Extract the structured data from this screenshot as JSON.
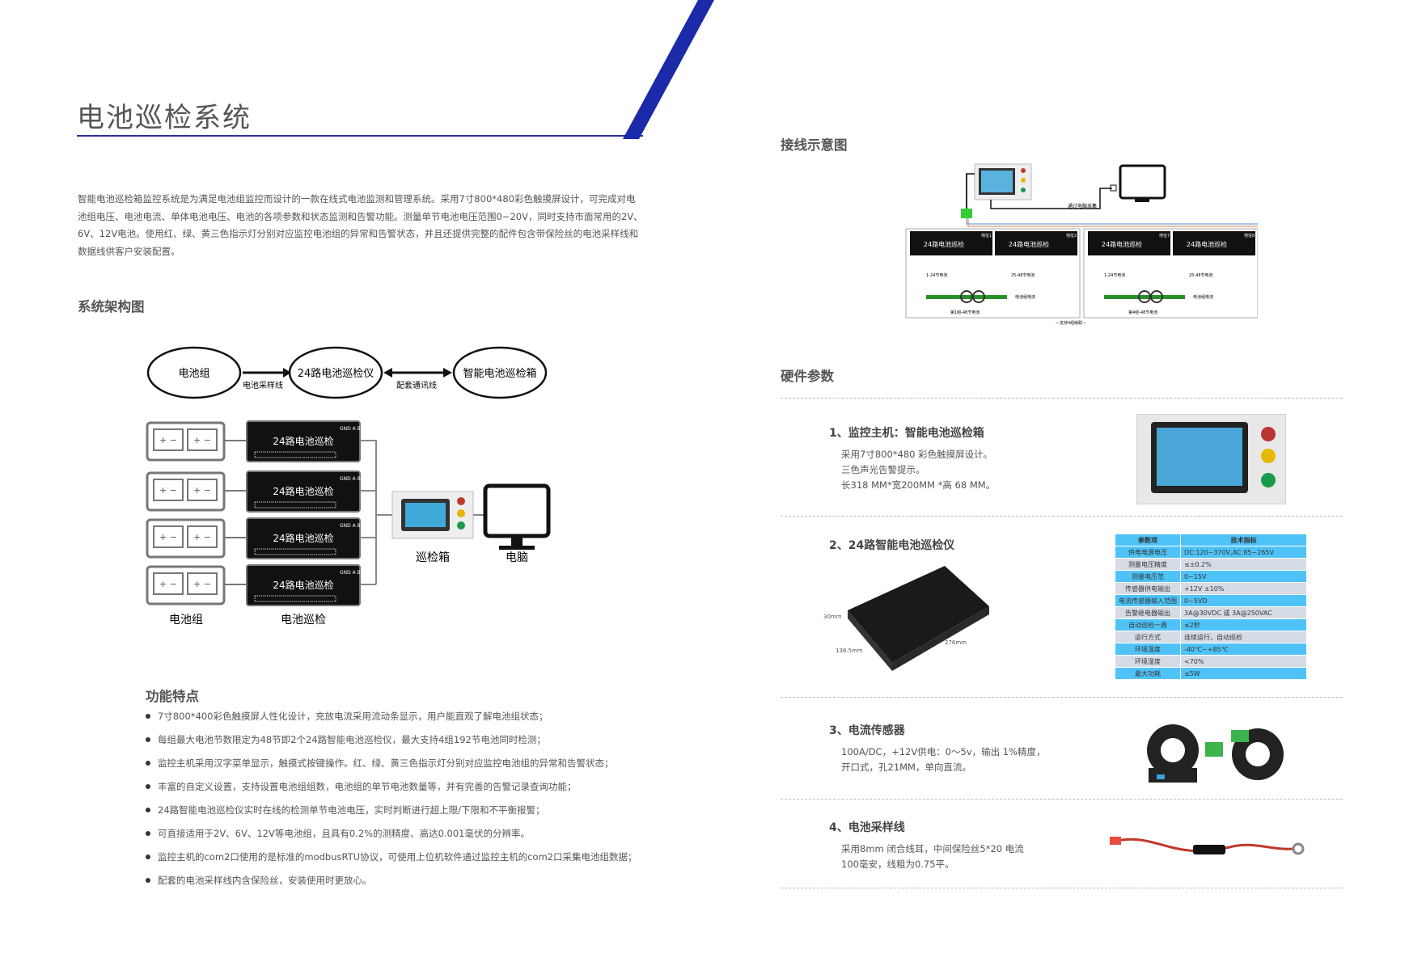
{
  "page_title": "电池巡检系统",
  "intro": "智能电池巡检箱监控系统是为满足电池组监控而设计的一款在线式电池监测和管理系统。采用7寸800*480彩色触摸屏设计，可完成对电池组电压、电池电流、单体电池电压、电池的各项参数和状态监测和告警功能。测量单节电池电压范围0~20V，同时支持市面常用的2V、6V、12V电池。使用红、绿、黄三色指示灯分别对应监控电池组的异常和告警状态，并且还提供完整的配件包含带保险丝的电池采样线和数据线供客户安装配置。",
  "arch": {
    "heading": "系统架构图",
    "node1": "电池组",
    "node2": "24路电池巡检仪",
    "node3": "智能电池巡检箱",
    "link1": "电池采样线",
    "link2": "配套通讯线",
    "module_label": "24路电池巡检",
    "module_tag": "GND A B",
    "box_label": "巡检箱",
    "pc_label": "电脑",
    "battery_label": "电池组",
    "module_group_label": "电池巡检"
  },
  "features": {
    "heading": "功能特点",
    "items": [
      "7寸800*400彩色触摸屏人性化设计，充放电流采用流动条显示，用户能直观了解电池组状态；",
      "每组最大电池节数限定为48节即2个24路智能电池巡检仪，最大支持4组192节电池同时检测；",
      "监控主机采用汉字菜单显示，触摸式按键操作。红、绿、黄三色指示灯分别对应监控电池组的异常和告警状态；",
      "丰富的自定义设置，支持设置电池组组数，电池组的单节电池数量等，并有完善的告警记录查询功能；",
      "24路智能电池巡检仪实时在线的检测单节电池电压，实时判断进行超上限/下限和不平衡报警；",
      "可直接适用于2V、6V、12V等电池组，且具有0.2%的测精度、高达0.001毫伏的分辨率。",
      "监控主机的com2口使用的是标准的modbusRTU协议，可使用上位机软件通过监控主机的com2口采集电池组数据；",
      "配套的电池采样线内含保险丝，安装使用时更放心。"
    ]
  },
  "wiring": {
    "heading": "接线示意图",
    "comm": "通过电脑采集",
    "addr": [
      "地址1",
      "地址2",
      "地址7",
      "地址8"
    ],
    "module": "24路电池巡检",
    "range1": "1-24节电池",
    "range2": "25-48节电池",
    "current": "电池组电流",
    "group1": "第1组-48节电池",
    "group4": "第4组-48节电池",
    "support": "—支持4组级联—"
  },
  "hardware": {
    "heading": "硬件参数",
    "items": [
      {
        "title": "1、监控主机：智能电池巡检箱",
        "desc": [
          "采用7寸800*480 彩色触摸屏设计。",
          "三色声光告警提示。",
          "长318 MM*宽200MM *高 68 MM。"
        ]
      },
      {
        "title": "2、24路智能电池巡检仪",
        "desc": []
      },
      {
        "title": "3、电流传感器",
        "desc": [
          "100A/DC，+12V供电：0～5v，输出 1%精度，",
          "开口式，孔21MM，单向直流。"
        ]
      },
      {
        "title": "4、电池采样线",
        "desc": [
          "采用8mm 闭合线耳，中间保险丝5*20 电流",
          "100毫安，线粗为0.75平。"
        ]
      }
    ],
    "dims": [
      "30mm",
      "276mm",
      "138.5mm"
    ],
    "spec_header": [
      "参数项",
      "技术指标"
    ],
    "spec_rows": [
      [
        "供电电源电压",
        "DC:120~370V,AC:85~265V"
      ],
      [
        "测量电压精度",
        "≤±0.2%"
      ],
      [
        "测量电压范",
        "0~15V"
      ],
      [
        "传感器供电输出",
        "+12V ±10%"
      ],
      [
        "电流传感器输入范围",
        "0~5VD"
      ],
      [
        "告警继电器输出",
        "3A@30VDC 或 3A@250VAC"
      ],
      [
        "自动巡检一周",
        "≤2秒"
      ],
      [
        "运行方式",
        "连续运行，自动巡检"
      ],
      [
        "环境温度",
        "-40℃~+85℃"
      ],
      [
        "环境湿度",
        "<70%"
      ],
      [
        "最大功耗",
        "≤5W"
      ]
    ]
  }
}
